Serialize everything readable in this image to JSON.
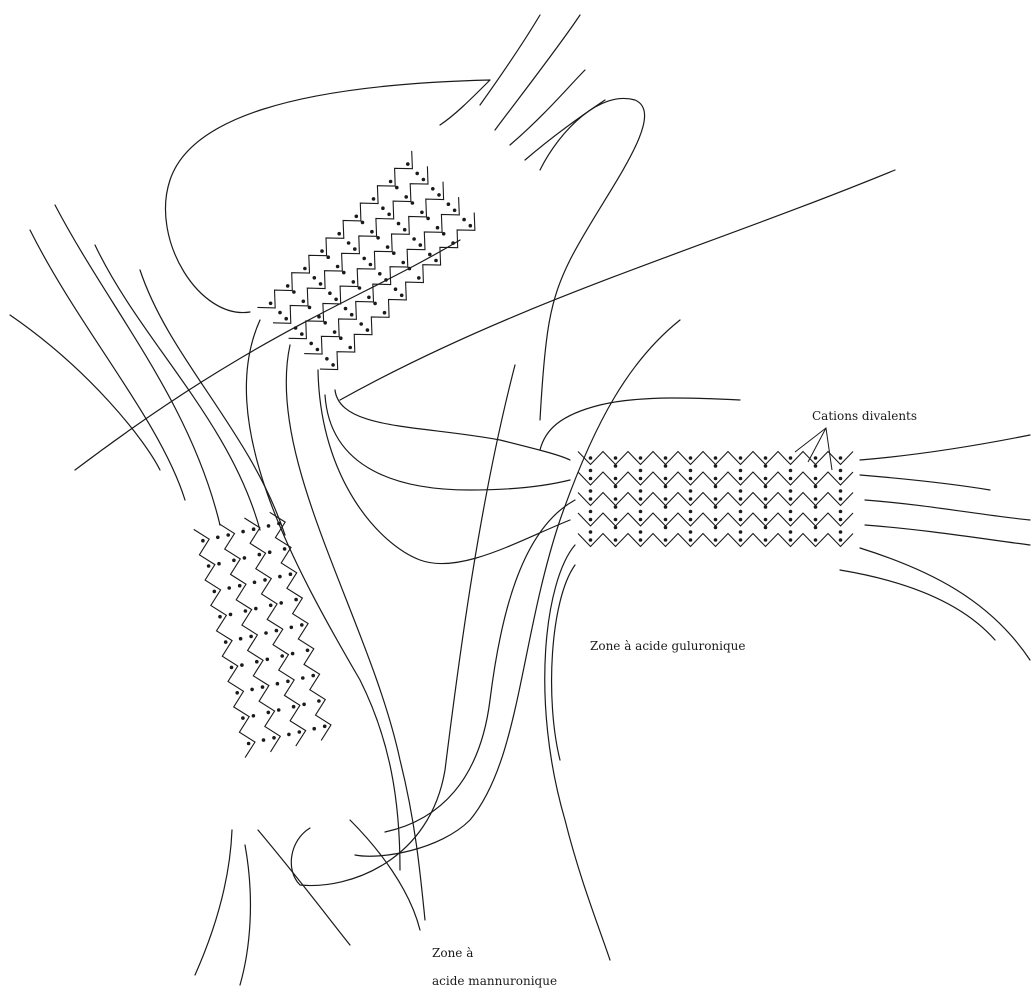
{
  "labels": {
    "cations": "Cations divalents",
    "guluronic_zone": "Zone à acide guluronique",
    "mannuronic_zone_line1": "Zone à",
    "mannuronic_zone_line2": "acide mannuronique"
  },
  "junction_zones": [
    {
      "name": "upper-junction-zone",
      "chains": 5,
      "ions_per_chain": 9
    },
    {
      "name": "right-junction-zone",
      "chains": 5,
      "ions_per_chain": 11
    },
    {
      "name": "lower-left-junction-zone",
      "chains": 4,
      "ions_per_chain": 9
    }
  ],
  "colors": {
    "ink": "#1a1a1a",
    "background": "#ffffff"
  }
}
